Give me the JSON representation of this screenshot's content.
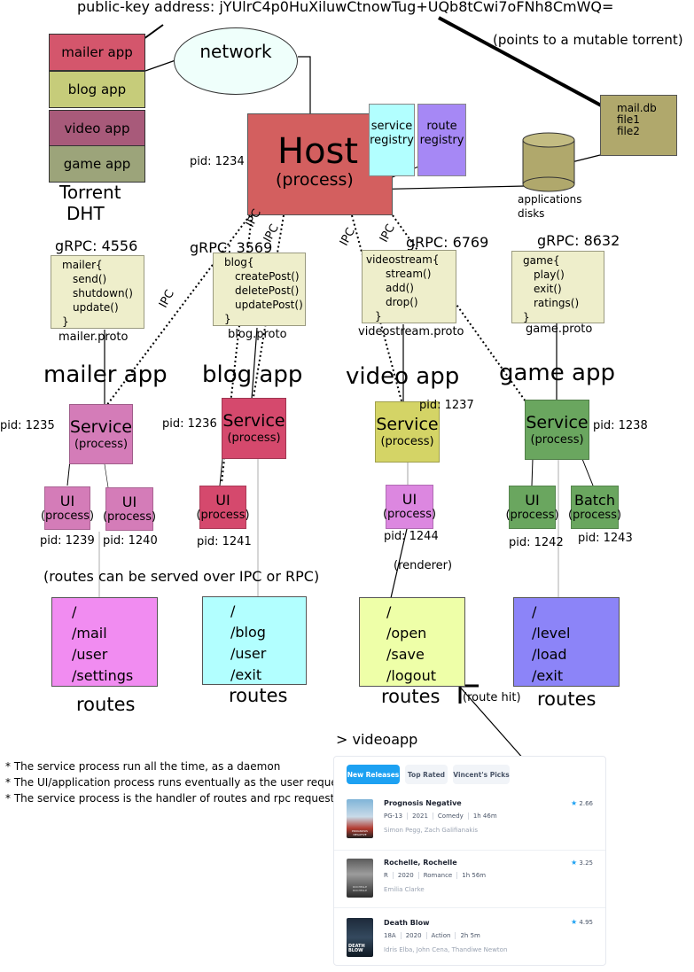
{
  "header": {
    "public_key": "public-key address: jYUlrC4p0HuXiluwCtnowTug+UQb8tCwi7oFNh8CmWQ=",
    "mutable_note": "(points to a mutable torrent)"
  },
  "torrent": {
    "apps": [
      "mailer app",
      "blog app",
      "video app",
      "game app"
    ],
    "label_line1": "Torrent",
    "label_line2": "DHT"
  },
  "network_label": "network",
  "storage": {
    "files": [
      "mail.db",
      "file1",
      "file2"
    ]
  },
  "host": {
    "title": "Host",
    "subtitle": "(process)",
    "pid": "pid: 1234",
    "service_registry": "service registry",
    "route_registry": "route registry",
    "disks_label_line1": "applications",
    "disks_label_line2": "disks"
  },
  "ipc_label": "IPC",
  "colors": {
    "torrent_mailer": "#d4566c",
    "torrent_blog": "#c6cc7a",
    "torrent_video": "#a85a7a",
    "torrent_game": "#9ca47a",
    "host": "#d35f5f",
    "service_registry": "#b2ffff",
    "route_registry": "#a688f5",
    "storage": "#b0a86c",
    "proto_bg": "#eeeecb",
    "mailer_bg": "#efc5cf",
    "blog_bg": "#f2c8dd",
    "video_bg": "#f3f3e3",
    "game_bg": "#eeeec9",
    "mailer_svc": "#d47cb8",
    "blog_svc": "#d5496d",
    "video_svc": "#d4d466",
    "game_svc": "#6aa65f",
    "mailer_ui": "#d47cb8",
    "blog_ui": "#d5496d",
    "video_ui": "#dc87e0",
    "game_ui": "#6aa65f",
    "routes_mailer": "#f18cf1",
    "routes_blog": "#b2ffff",
    "routes_video": "#eeffa8",
    "routes_game": "#8c84f8",
    "accent": "#1da1f2"
  },
  "protos": [
    {
      "grpc": "gRPC: 4556",
      "lines": [
        "mailer{",
        "send()",
        "shutdown()",
        "update()",
        "}"
      ],
      "file": "mailer.proto"
    },
    {
      "grpc": "gRPC: 3569",
      "lines": [
        "blog{",
        "createPost()",
        "deletePost()",
        "updatePost()",
        "}"
      ],
      "file": "blog.proto"
    },
    {
      "grpc": "gRPC: 6769",
      "lines": [
        "videostream{",
        "stream()",
        "add()",
        "drop()",
        "}"
      ],
      "file": "videostream.proto"
    },
    {
      "grpc": "gRPC: 8632",
      "lines": [
        "game{",
        "play()",
        "exit()",
        "ratings()",
        "}"
      ],
      "file": "game.proto"
    }
  ],
  "apps": [
    {
      "title": "mailer app",
      "service": "Service",
      "service_sub": "(process)",
      "service_pid": "pid: 1235",
      "uis": [
        {
          "t": "UI",
          "s": "(process)",
          "pid": "pid: 1239"
        },
        {
          "t": "UI",
          "s": "(process)",
          "pid": "pid: 1240"
        }
      ]
    },
    {
      "title": "blog app",
      "service": "Service",
      "service_sub": "(process)",
      "service_pid": "pid: 1236",
      "uis": [
        {
          "t": "UI",
          "s": "(process)",
          "pid": "pid: 1241"
        }
      ]
    },
    {
      "title": "video app",
      "service": "Service",
      "service_sub": "(process)",
      "service_pid": "pid: 1237",
      "uis": [
        {
          "t": "UI",
          "s": "(process)",
          "pid": "pid: 1244"
        }
      ]
    },
    {
      "title": "game app",
      "service": "Service",
      "service_sub": "(process)",
      "service_pid": "pid: 1238",
      "uis": [
        {
          "t": "UI",
          "s": "(process)",
          "pid": "pid: 1242"
        },
        {
          "t": "Batch",
          "s": "(process)",
          "pid": "pid: 1243"
        }
      ]
    }
  ],
  "renderer_label": "(renderer)",
  "routes_note": "(routes can be served over IPC or RPC)",
  "routes": [
    {
      "items": [
        "/",
        "/mail",
        "/user",
        "/settings"
      ],
      "label": "routes"
    },
    {
      "items": [
        "/",
        "/blog",
        "/user",
        "/exit"
      ],
      "label": "routes"
    },
    {
      "items": [
        "/",
        "/open",
        "/save",
        "/logout"
      ],
      "label": "routes"
    },
    {
      "items": [
        "/",
        "/level",
        "/load",
        "/exit"
      ],
      "label": "routes"
    }
  ],
  "route_hit": "(route hit)",
  "videoapp_label": "> videoapp",
  "notes": [
    "* The service process run all the time, as a daemon",
    "* The UI/application process runs eventually as the user request",
    "* The service process is the handler of routes and rpc requests"
  ],
  "videoapp": {
    "tabs": [
      "New Releases",
      "Top Rated",
      "Vincent's Picks"
    ],
    "movies": [
      {
        "title": "Prognosis Negative",
        "rating": "PG-13",
        "year": "2021",
        "genre": "Comedy",
        "runtime": "1h 46m",
        "cast": "Simon Pegg, Zach Galifianakis",
        "score": "2.66",
        "poster_text": "PROGNOSIS NEGATIVE"
      },
      {
        "title": "Rochelle, Rochelle",
        "rating": "R",
        "year": "2020",
        "genre": "Romance",
        "runtime": "1h 56m",
        "cast": "Emilia Clarke",
        "score": "3.25",
        "poster_text": "ROCHELLE ROCHELLE"
      },
      {
        "title": "Death Blow",
        "rating": "18A",
        "year": "2020",
        "genre": "Action",
        "runtime": "2h 5m",
        "cast": "Idris Elba, John Cena, Thandiwe Newton",
        "score": "4.95",
        "poster_text": "DEATH BLOW"
      }
    ]
  }
}
